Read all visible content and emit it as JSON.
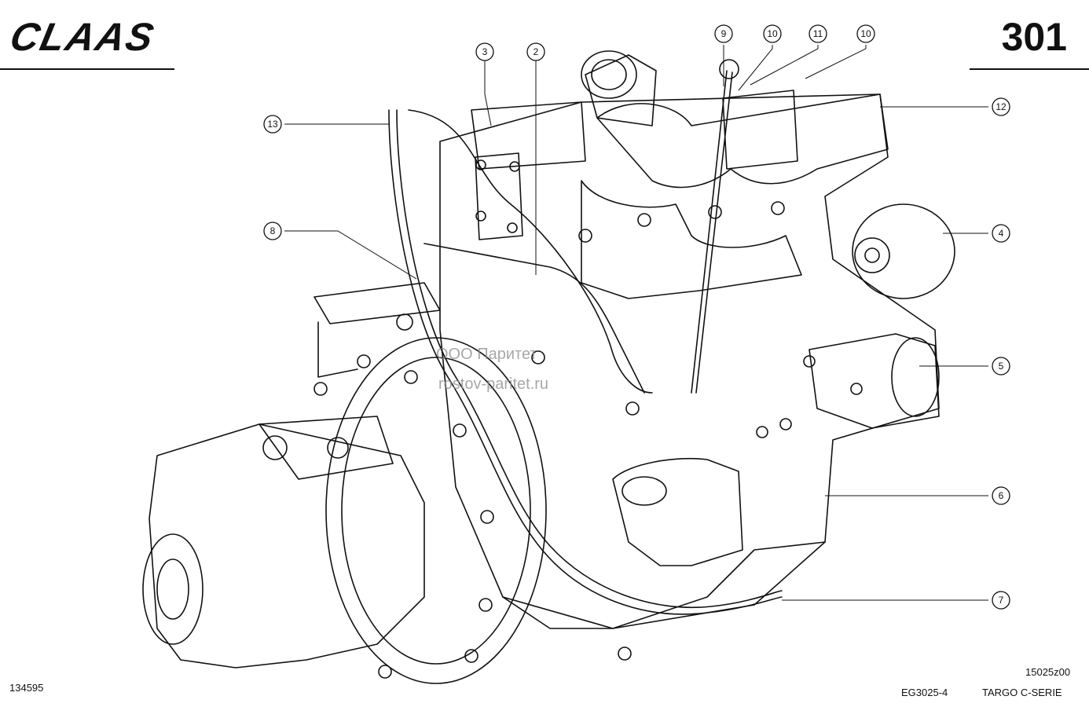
{
  "header": {
    "brand": "CLAAS",
    "page_number": "301"
  },
  "watermark": {
    "line1": "ООО Паритет",
    "line2": "rostov-paritet.ru"
  },
  "footer": {
    "image_number": "134595",
    "drawing_code": "15025z00",
    "doc_ref": "EG3025-4",
    "series": "TARGO C-SERIE"
  },
  "callouts": [
    {
      "label": "3"
    },
    {
      "label": "2"
    },
    {
      "label": "9"
    },
    {
      "label": "10"
    },
    {
      "label": "11"
    },
    {
      "label": "10"
    },
    {
      "label": "12"
    },
    {
      "label": "13"
    },
    {
      "label": "8"
    },
    {
      "label": "4"
    },
    {
      "label": "5"
    },
    {
      "label": "6"
    },
    {
      "label": "7"
    }
  ]
}
